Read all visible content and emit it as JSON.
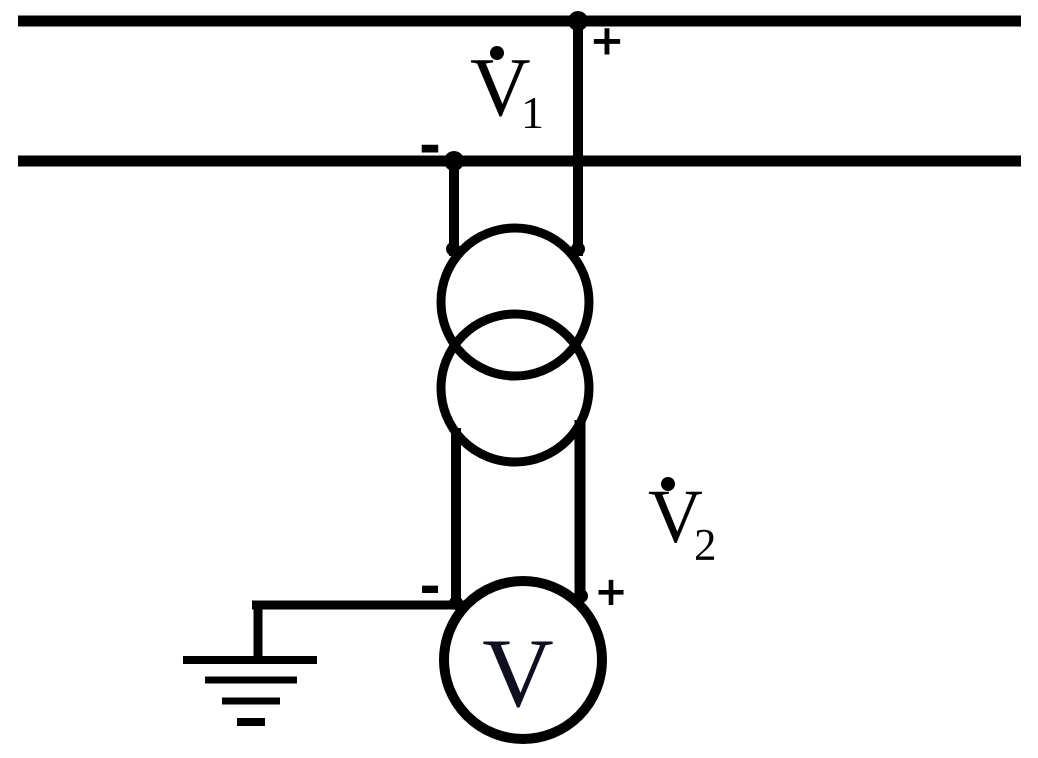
{
  "canvas": {
    "background": "#ffffff",
    "ink": "#000000",
    "meter_letter_color": "#0f0f20"
  },
  "labels": {
    "v1": {
      "base": "V",
      "subscript": "1"
    },
    "v2": {
      "base": "V",
      "subscript": "2"
    },
    "voltmeter_letter": "V",
    "primary_plus": "+",
    "primary_minus": "-",
    "secondary_plus": "+",
    "secondary_minus": "-"
  },
  "symbols": {
    "transformer": "potential-transformer-icon",
    "voltmeter": "voltmeter-icon",
    "ground": "earth-ground-icon",
    "junction": "junction-dot",
    "phasor_dot": "phasor-dot"
  }
}
